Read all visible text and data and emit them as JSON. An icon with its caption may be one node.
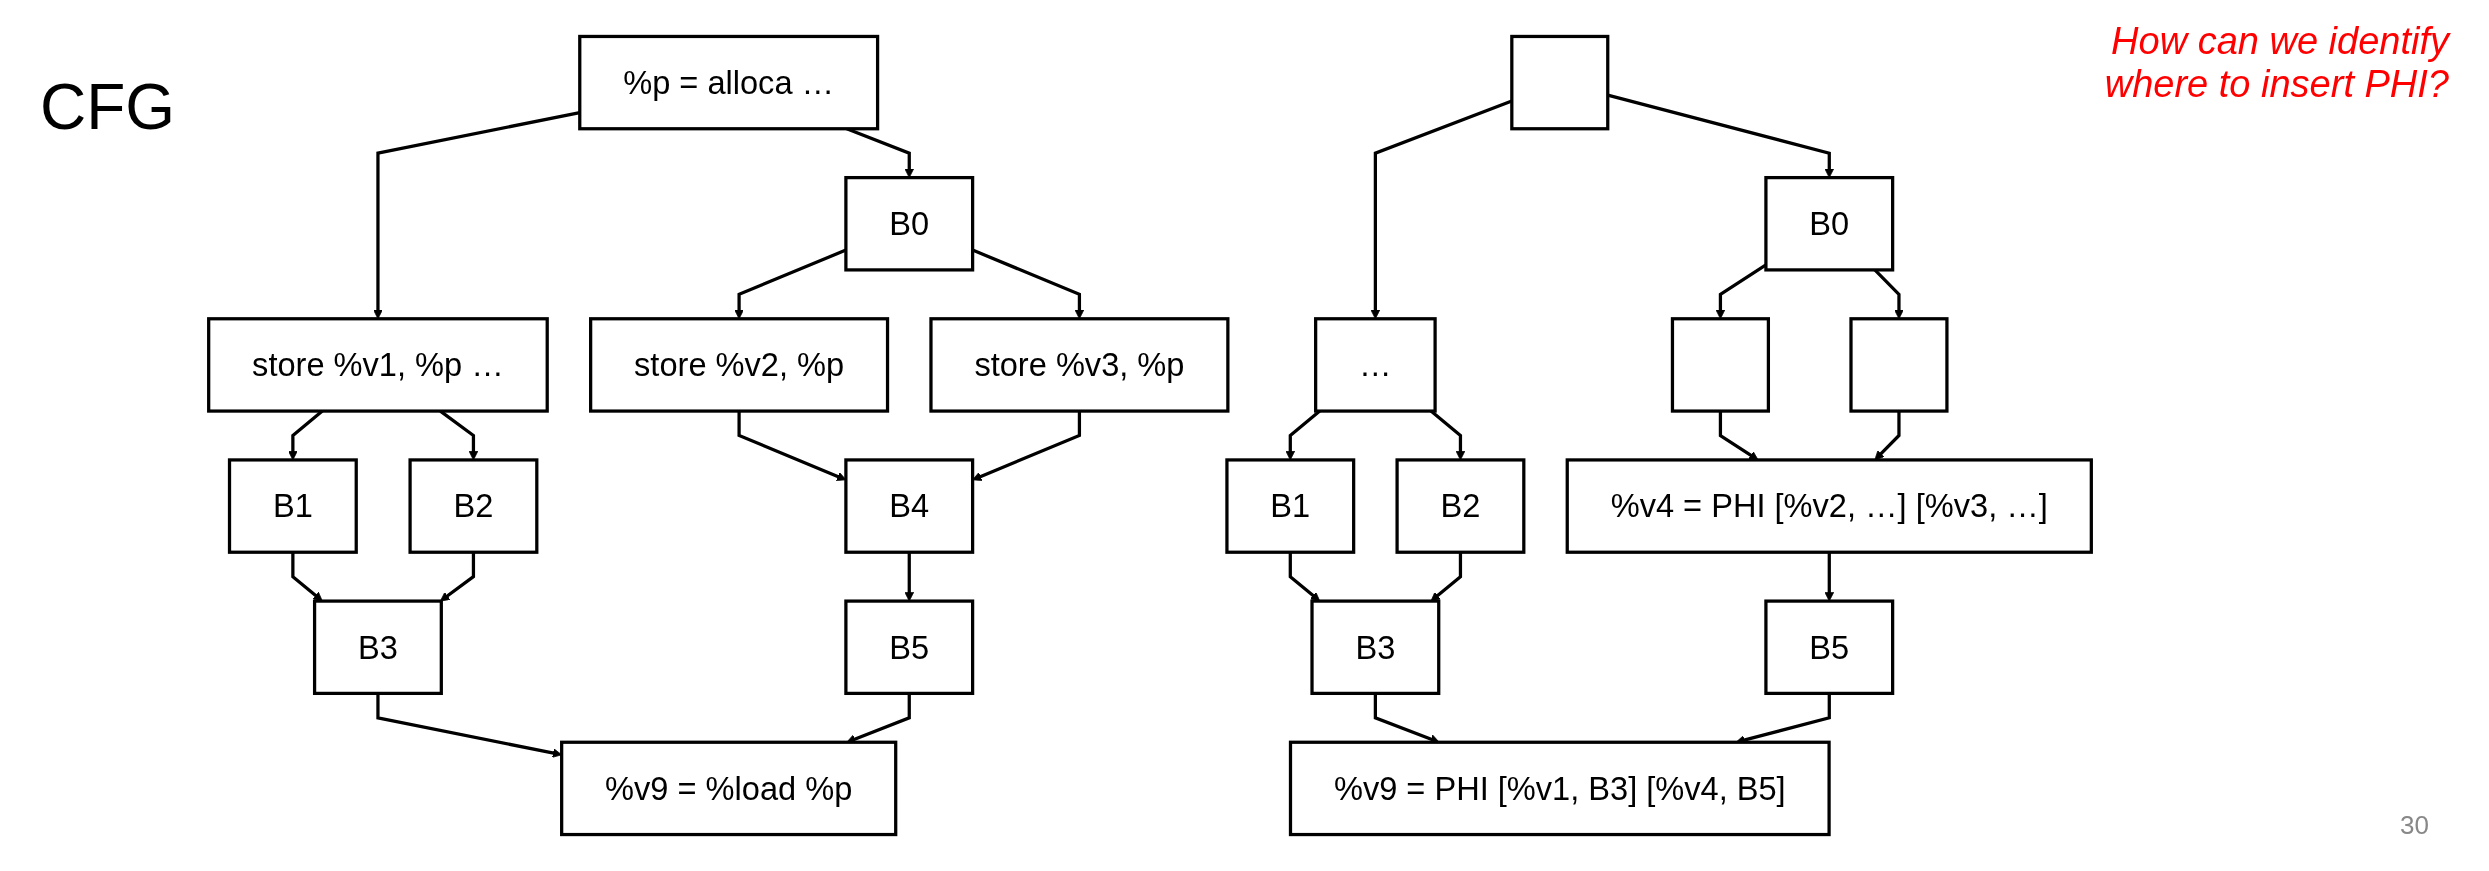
{
  "diagram": {
    "nodes": [
      {
        "text": [
          "%p = alloca …"
        ]
      },
      {
        "text": [
          "B0"
        ]
      },
      {
        "text": [
          "store %v1, %p …"
        ]
      },
      {
        "text": [
          "store %v2, %p"
        ]
      },
      {
        "text": [
          "store %v3, %p"
        ]
      },
      {
        "text": [
          "B1"
        ]
      },
      {
        "text": [
          "B2"
        ]
      },
      {
        "text": [
          "B4"
        ]
      },
      {
        "text": [
          "B3"
        ]
      },
      {
        "text": [
          "B5"
        ]
      },
      {
        "text": [
          "%v9 = %load %p"
        ]
      },
      {
        "text": [],
        "shape": "box"
      },
      {
        "text": [
          "B0"
        ]
      },
      {
        "text": [
          "…"
        ]
      },
      {
        "text": [],
        "shape": "box"
      },
      {
        "text": [],
        "shape": "box"
      },
      {
        "text": [
          "B1"
        ]
      },
      {
        "text": [
          "B2"
        ]
      },
      {
        "text": [
          "%v4 = PHI [%v2, …] [%v3, …]"
        ]
      },
      {
        "text": [
          "B3"
        ]
      },
      {
        "text": [
          "B5"
        ]
      },
      {
        "text": [
          "%v9 = PHI [%v1, B3] [%v4, B5]"
        ]
      }
    ],
    "edges": [
      {
        "from": 0,
        "to": 2,
        "arrow": "to"
      },
      {
        "from": 0,
        "to": 1,
        "arrow": "to"
      },
      {
        "from": 1,
        "to": 3,
        "arrow": "to"
      },
      {
        "from": 1,
        "to": 4,
        "arrow": "to"
      },
      {
        "from": 2,
        "to": 5,
        "arrow": "to"
      },
      {
        "from": 2,
        "to": 6,
        "arrow": "to"
      },
      {
        "from": 3,
        "to": 7,
        "arrow": "to"
      },
      {
        "from": 4,
        "to": 7,
        "arrow": "to"
      },
      {
        "from": 5,
        "to": 8,
        "arrow": "to"
      },
      {
        "from": 6,
        "to": 8,
        "arrow": "to"
      },
      {
        "from": 7,
        "to": 9,
        "arrow": "to"
      },
      {
        "from": 8,
        "to": 10,
        "arrow": "to"
      },
      {
        "from": 9,
        "to": 10,
        "arrow": "to"
      },
      {
        "from": 11,
        "to": 13,
        "arrow": "to"
      },
      {
        "from": 11,
        "to": 12,
        "arrow": "to"
      },
      {
        "from": 12,
        "to": 14,
        "arrow": "to"
      },
      {
        "from": 12,
        "to": 15,
        "arrow": "to"
      },
      {
        "from": 13,
        "to": 16,
        "arrow": "to"
      },
      {
        "from": 13,
        "to": 17,
        "arrow": "to"
      },
      {
        "from": 14,
        "to": 18,
        "arrow": "to"
      },
      {
        "from": 15,
        "to": 18,
        "arrow": "to"
      },
      {
        "from": 16,
        "to": 19,
        "arrow": "to"
      },
      {
        "from": 17,
        "to": 19,
        "arrow": "to"
      },
      {
        "from": 18,
        "to": 20,
        "arrow": "to"
      },
      {
        "from": 19,
        "to": 21,
        "arrow": "to"
      },
      {
        "from": 20,
        "to": 21,
        "arrow": "to"
      }
    ],
    "labels": [
      "CFG",
      "How can we identify where to insert PHI?",
      "30"
    ]
  }
}
